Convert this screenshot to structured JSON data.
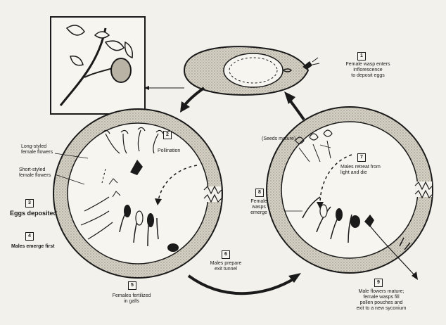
{
  "steps": {
    "s1": {
      "num": "1",
      "text": "Female wasp enters\ninflorescence\nto deposit eggs"
    },
    "s2": {
      "num": "2",
      "text": "Pollination"
    },
    "s3": {
      "num": "3",
      "text": "Eggs deposited"
    },
    "s4": {
      "num": "4",
      "text": "Males emerge first"
    },
    "s5": {
      "num": "5",
      "text": "Females fertilized\nin galls"
    },
    "s6": {
      "num": "6",
      "text": "Males prepare\nexit tunnel"
    },
    "s7": {
      "num": "7",
      "text": "Males retreat from\nlight and die"
    },
    "s8": {
      "num": "8",
      "text": "Female\nwasps\nemerge"
    },
    "s9": {
      "num": "9",
      "text": "Male flowers mature;\nfemale wasps fill\npollen pouches and\nexit to a new syconium"
    }
  },
  "labels": {
    "long_styled": "Long-styled\nfemale flowers",
    "short_styled": "Short-styled\nfemale flowers",
    "seeds_mature": "(Seeds mature)"
  },
  "colors": {
    "ink": "#1a1a1a",
    "paper": "#f3f1ec",
    "stipple": "#c9c4b8"
  }
}
